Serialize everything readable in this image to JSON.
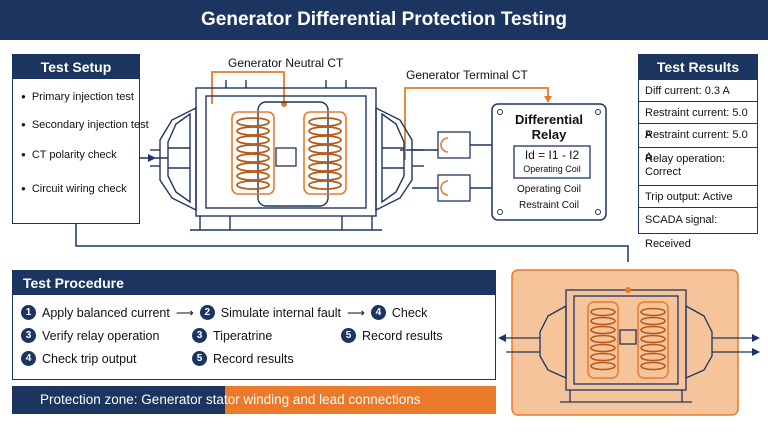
{
  "title": "Generator Differential Protection Testing",
  "test_setup": {
    "title": "Test Setup",
    "items": [
      "Primary injection test",
      "Secondary injection test",
      "CT polarity check",
      "Circuit wiring check"
    ]
  },
  "labels": {
    "neutral_ct": "Generator Neutral CT",
    "terminal_ct": "Generator Terminal CT"
  },
  "relay": {
    "title_line1": "Differential",
    "title_line2": "Relay",
    "formula": "Id = I1 - I2",
    "operating_coil_inner": "Operating Coil",
    "operating_coil": "Operating Coil",
    "restraint_coil": "Restraint Coil"
  },
  "test_results": {
    "title": "Test Results",
    "rows": [
      "Diff current: 0.3 A",
      "Restraint current: 5.0 A",
      "Restraint current: 5.0 A",
      "Relay operation: Correct",
      "Trip output: Active",
      "SCADA signal: Received"
    ]
  },
  "procedure": {
    "title": "Test Procedure",
    "rows": [
      [
        {
          "n": "1",
          "t": "Apply balanced current"
        },
        {
          "n": "2",
          "t": "Simulate internal fault"
        },
        {
          "n": "4",
          "t": "Check"
        }
      ],
      [
        {
          "n": "3",
          "t": "Verify relay operation"
        },
        {
          "n": "3",
          "t": "Tiperatrine"
        },
        {
          "n": "5",
          "t": "Record results"
        }
      ],
      [
        {
          "n": "4",
          "t": "Check trip output"
        },
        {
          "n": "5",
          "t": "Record results"
        }
      ]
    ]
  },
  "protection_zone": "Protection zone: Generator stator winding and lead connections",
  "colors": {
    "navy": "#1c3560",
    "orange": "#ea7a2a",
    "highlight": "#f6c49a"
  }
}
